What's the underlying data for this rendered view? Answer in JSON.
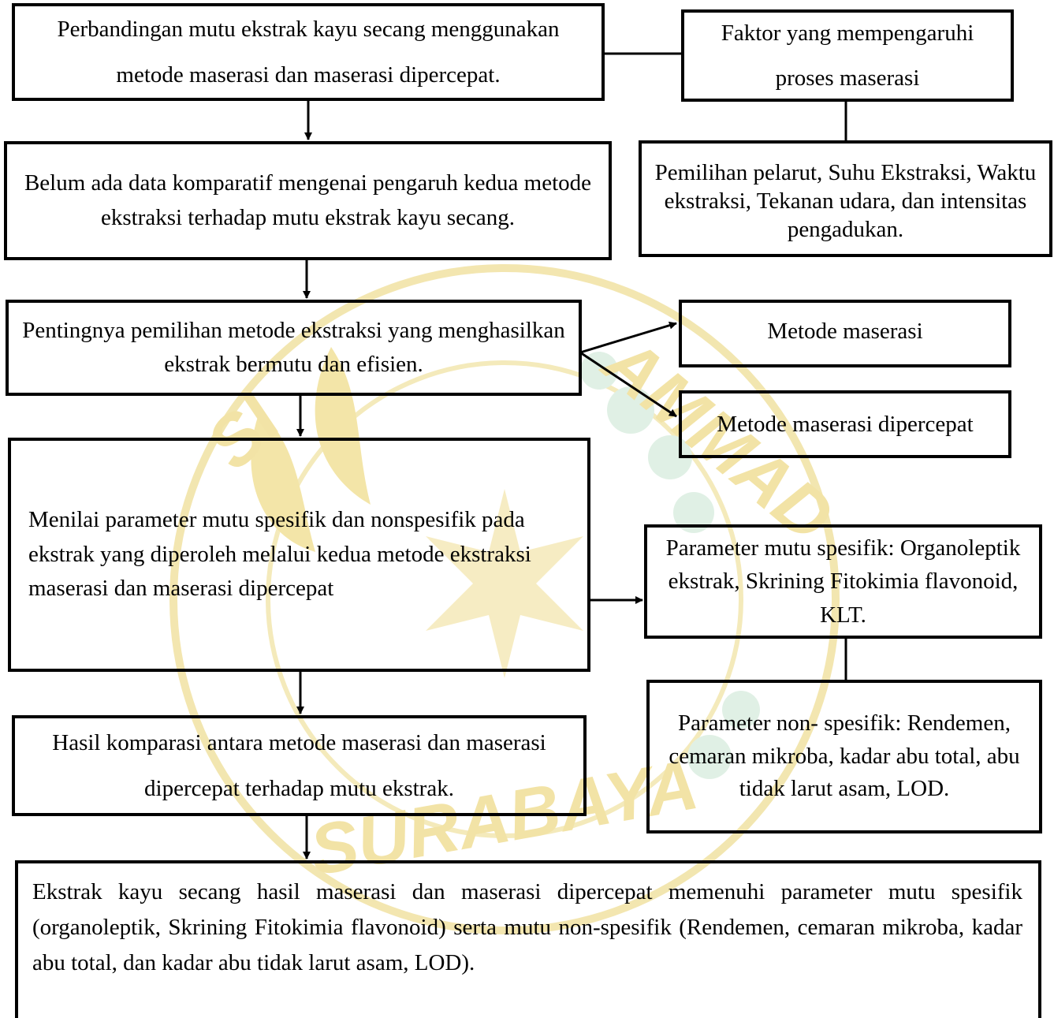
{
  "boxes": {
    "b1": "Perbandingan mutu ekstrak kayu secang menggunakan metode maserasi dan maserasi dipercepat.",
    "b2": "Faktor yang mempengaruhi proses maserasi",
    "b3": "Pemilihan pelarut, Suhu Ekstraksi, Waktu ekstraksi, Tekanan udara, dan intensitas pengadukan.",
    "b4": "Belum ada data komparatif mengenai pengaruh kedua metode ekstraksi terhadap mutu ekstrak kayu secang.",
    "b5": "Pentingnya pemilihan metode ekstraksi yang menghasilkan ekstrak bermutu dan efisien.",
    "b6": "Metode maserasi",
    "b7": "Metode maserasi dipercepat",
    "b8": "Menilai parameter mutu spesifik dan nonspesifik pada ekstrak yang diperoleh melalui kedua metode ekstraksi maserasi dan maserasi dipercepat",
    "b9": "Parameter mutu spesifik: Organoleptik ekstrak, Skrining Fitokimia flavonoid, KLT.",
    "b10": "Parameter non- spesifik: Rendemen, cemaran mikroba, kadar abu total, abu tidak larut asam, LOD.",
    "b11": "Hasil komparasi antara metode maserasi dan maserasi dipercepat terhadap mutu ekstrak.",
    "b12": "Ekstrak kayu secang hasil maserasi dan maserasi dipercepat memenuhi parameter mutu spesifik (organoleptik, Skrining Fitokimia flavonoid) serta mutu non-spesifik (Rendemen, cemaran mikroba, kadar abu total, dan kadar abu tidak larut asam, LOD)."
  },
  "watermark": {
    "arc_top": "AMMAD",
    "arc_bottom": "SURABAYA",
    "left_letters": "SI",
    "color": "#f2e2a2"
  },
  "colors": {
    "border": "#000000",
    "text": "#000000",
    "background": "#ffffff"
  }
}
